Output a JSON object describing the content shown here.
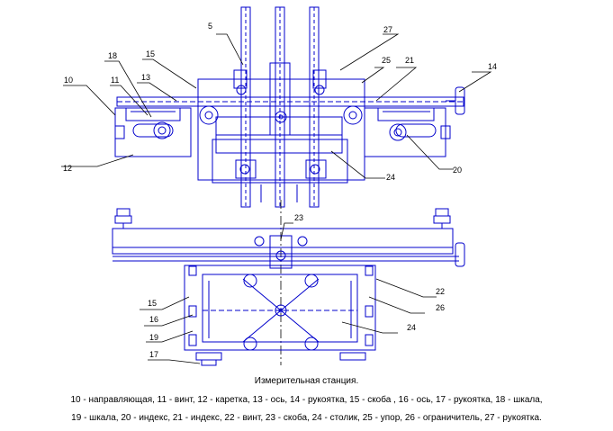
{
  "caption": {
    "title": "Измерительная станция.",
    "legend_line1": "10 - направляющая, 11 - винт, 12 - каретка, 13 - ось, 14 - рукоятка, 15 - скоба , 16 - ось, 17 - рукоятка, 18 - шкала,",
    "legend_line2": "19 - шкала, 20 - индекс, 21 - индекс, 22 - винт, 23 - скоба, 24 - столик, 25 - упор, 26 - ограничитель, 27 - рукоятка."
  },
  "callouts": {
    "top_view": [
      "5",
      "27",
      "25",
      "21",
      "14",
      "18",
      "15",
      "13",
      "10",
      "11",
      "12",
      "20",
      "24"
    ],
    "front_view": [
      "23",
      "22",
      "26",
      "24",
      "15",
      "16",
      "19",
      "17"
    ]
  },
  "colors": {
    "line": "#0000cc",
    "leader": "#000000",
    "background": "#ffffff"
  }
}
